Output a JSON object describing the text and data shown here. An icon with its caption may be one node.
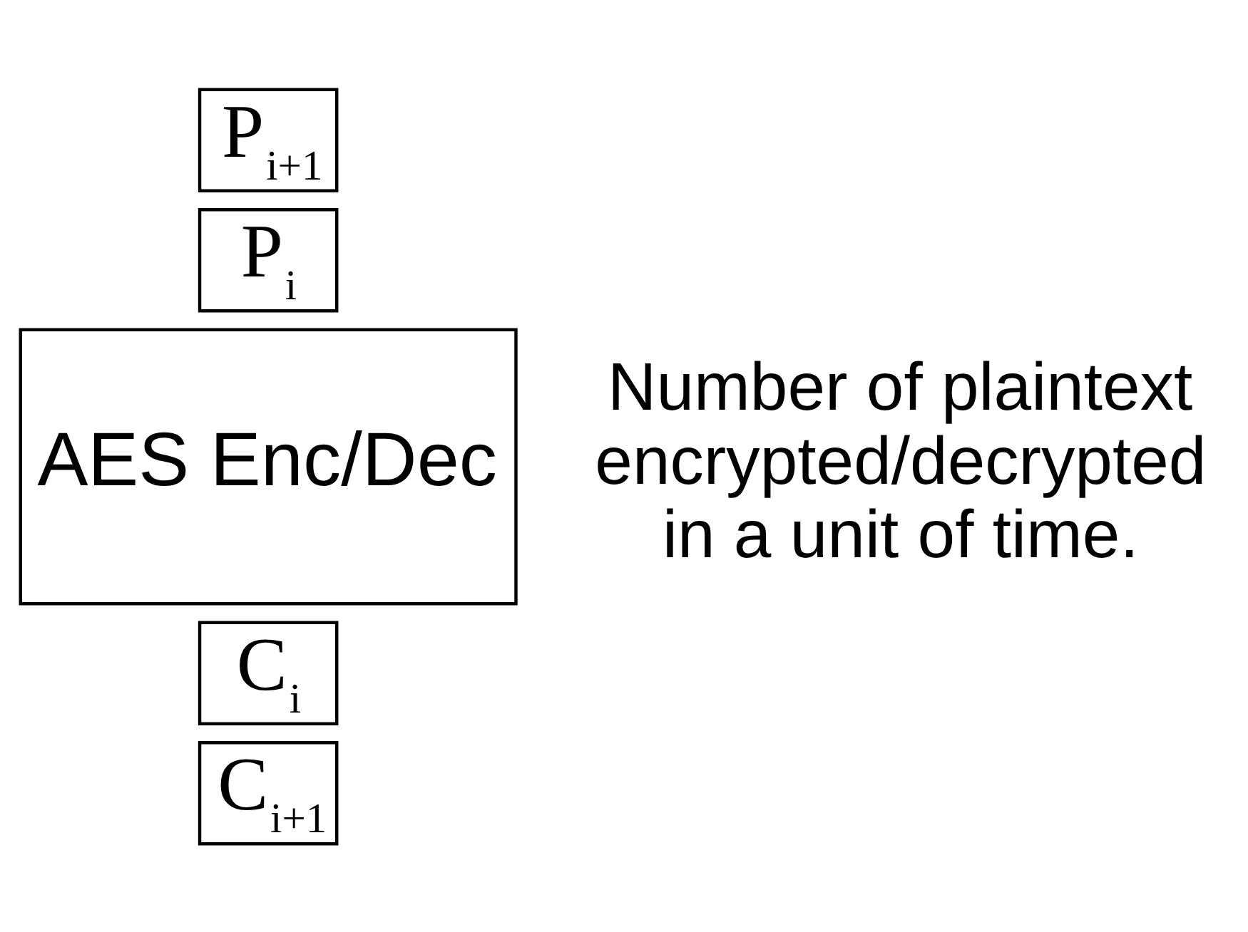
{
  "diagram": {
    "nodes": [
      {
        "text": [
          "P$_{i+1}$"
        ]
      },
      {
        "text": [
          "P$_{i}$"
        ]
      },
      {
        "text": [
          "AES Enc/Dec"
        ]
      },
      {
        "text": [
          "C$_{i}$"
        ]
      },
      {
        "text": [
          "C$_{i+1}$"
        ]
      }
    ],
    "labels": [
      "Number of plaintext encrypted/decrypted in a unit of time."
    ]
  }
}
